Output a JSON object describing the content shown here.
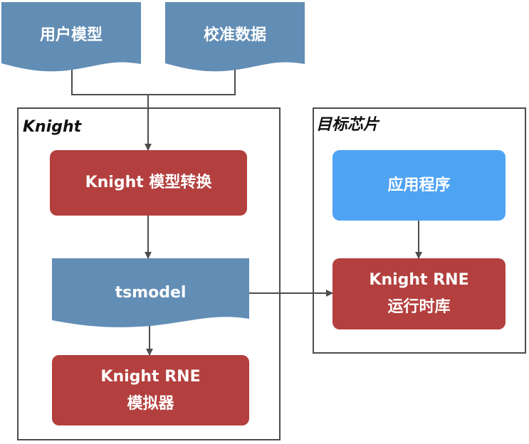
{
  "colors": {
    "document": "#628db5",
    "process_red": "#b3403e",
    "process_blue": "#4fa3f3",
    "frame": "#4d4d4d",
    "arrow": "#4d4d4d",
    "label": "#111111",
    "node_text": "#ffffff"
  },
  "groups": {
    "knight": {
      "title": "Knight"
    },
    "target_chip": {
      "title": "目标芯片"
    }
  },
  "nodes": {
    "user_model": {
      "label": "用户模型"
    },
    "calibration_data": {
      "label": "校准数据"
    },
    "model_conversion": {
      "label": "Knight 模型转换"
    },
    "tsmodel": {
      "label": "tsmodel"
    },
    "simulator": {
      "line1": "Knight RNE",
      "line2": "模拟器"
    },
    "application": {
      "label": "应用程序"
    },
    "runtime": {
      "line1": "Knight RNE",
      "line2": "运行时库"
    }
  }
}
